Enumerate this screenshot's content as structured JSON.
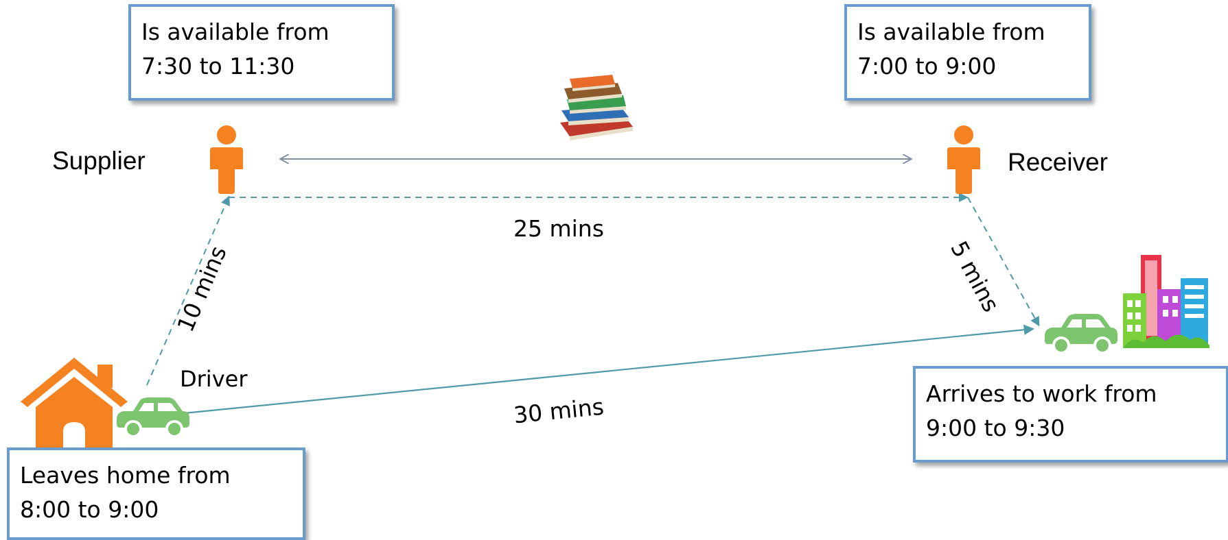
{
  "nodes": {
    "supplier": {
      "label": "Supplier",
      "availability": "Is available from\n7:30 to 11:30"
    },
    "receiver": {
      "label": "Receiver",
      "availability": "Is available from\n7:00 to 9:00"
    },
    "driver": {
      "label": "Driver",
      "leaves": "Leaves home from\n8:00 to 9:00",
      "arrives": "Arrives to work from\n9:00 to 9:30"
    }
  },
  "edges": {
    "home_to_supplier": "10 mins",
    "supplier_to_receiver": "25 mins",
    "receiver_to_work": "5 mins",
    "home_to_work": "30 mins"
  },
  "colors": {
    "person": "#f58220",
    "house": "#f58220",
    "car": "#7dc46f",
    "box_border": "#6a9bcd",
    "route": "#4f9aa8",
    "exchange_arrow": "#7f8fa6"
  },
  "icons": [
    "person-icon",
    "books-icon",
    "house-icon",
    "car-icon",
    "buildings-icon"
  ]
}
